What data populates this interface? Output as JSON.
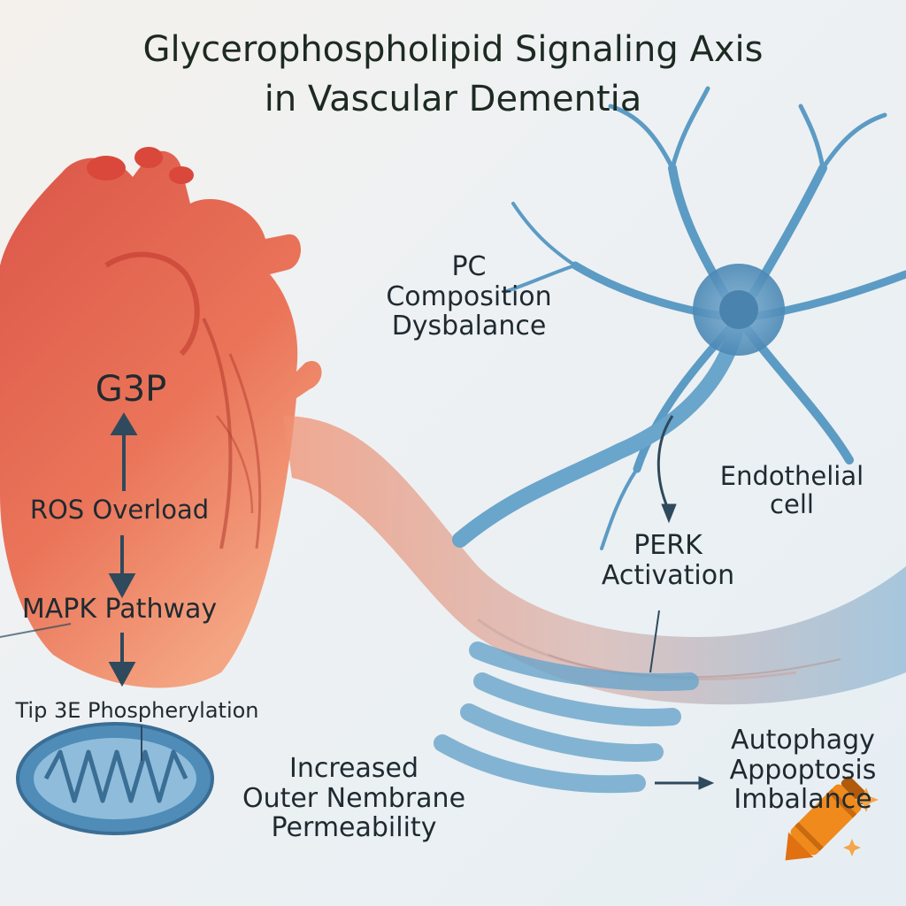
{
  "title": {
    "line1": "Glycerophospholipid Signaling Axis",
    "line2": "in Vascular Dementia"
  },
  "labels": {
    "g3p": "G3P",
    "ros": "ROS Overload",
    "mapk": "MAPK Pathway",
    "tip3e": "Tip 3E Phospherylation",
    "pc": [
      "PC",
      "Composition",
      "Dysbalance"
    ],
    "endothelial": [
      "Endothelial",
      "cell"
    ],
    "perk": [
      "PERK",
      "Activation"
    ],
    "membrane": [
      "Increased",
      "Outer Nembrane",
      "Permeability"
    ],
    "autophagy": [
      "Autophagy",
      "Appoptosis",
      "Imbalance"
    ]
  },
  "colors": {
    "heart": "#e0523e",
    "heart_light": "#f28a6a",
    "neuron": "#5c9bc4",
    "neuron_light": "#a9cbe0",
    "text": "#1f2a30",
    "arrow": "#2e4a5c",
    "crayon": "#f08a1c"
  },
  "icons": [
    "heart-illustration",
    "neuron-illustration",
    "mitochondrion-illustration",
    "crayon-icon"
  ]
}
